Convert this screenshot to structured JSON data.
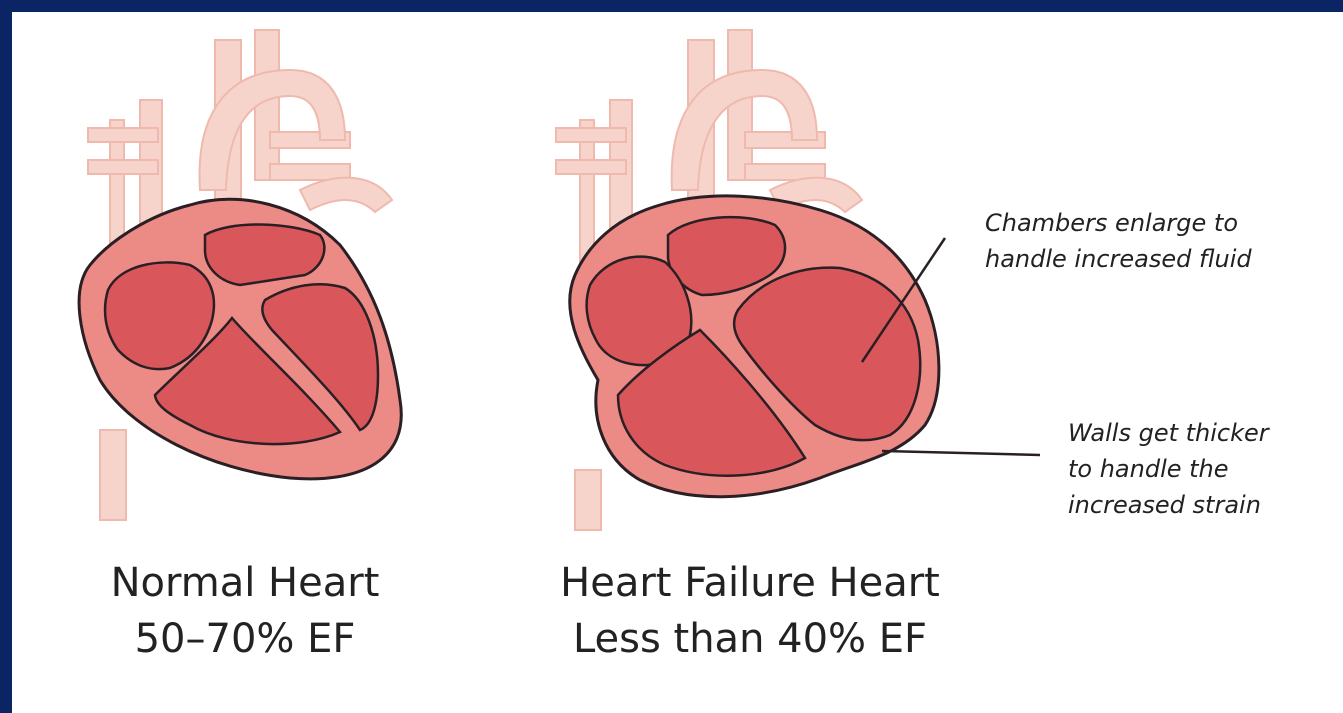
{
  "colors": {
    "border": "#0b2463",
    "background": "#ffffff",
    "vessel": "#f6d4cc",
    "vessel_stroke": "#efb9ad",
    "heart_wall": "#ec8a86",
    "chamber": "#d9575a",
    "outline": "#2a1f24",
    "text": "#222222"
  },
  "normal": {
    "title": "Normal Heart",
    "ef": "50–70% EF"
  },
  "failure": {
    "title": "Heart Failure Heart",
    "ef": "Less than 40% EF"
  },
  "annotations": {
    "chambers": [
      "Chambers enlarge to",
      "handle increased fluid"
    ],
    "walls": [
      "Walls get thicker",
      "to handle the",
      "increased strain"
    ]
  }
}
